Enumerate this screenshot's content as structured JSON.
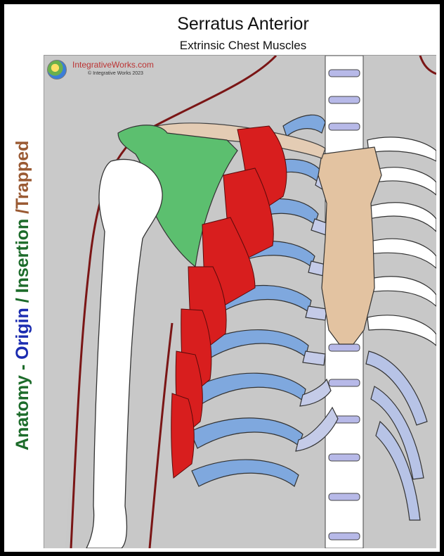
{
  "title": "Serratus Anterior",
  "subtitle": "Extrinsic Chest Muscles",
  "side_label": {
    "anatomy": "Anatomy -",
    "origin": "Origin",
    "sep1": "/",
    "insertion": "Insertion",
    "trapped": "/Trapped"
  },
  "brand": {
    "site": "IntegrativeWorks.com",
    "copyright": "© Integrative Works 2023"
  },
  "colors": {
    "muscle": "#d81e1e",
    "bone_origin": "#7fa8de",
    "insertion": "#5cbf6f",
    "sternum": "#e3c3a1",
    "spine": "#b7b9e8",
    "outline": "#7a1515",
    "background": "#c9c9c9"
  }
}
